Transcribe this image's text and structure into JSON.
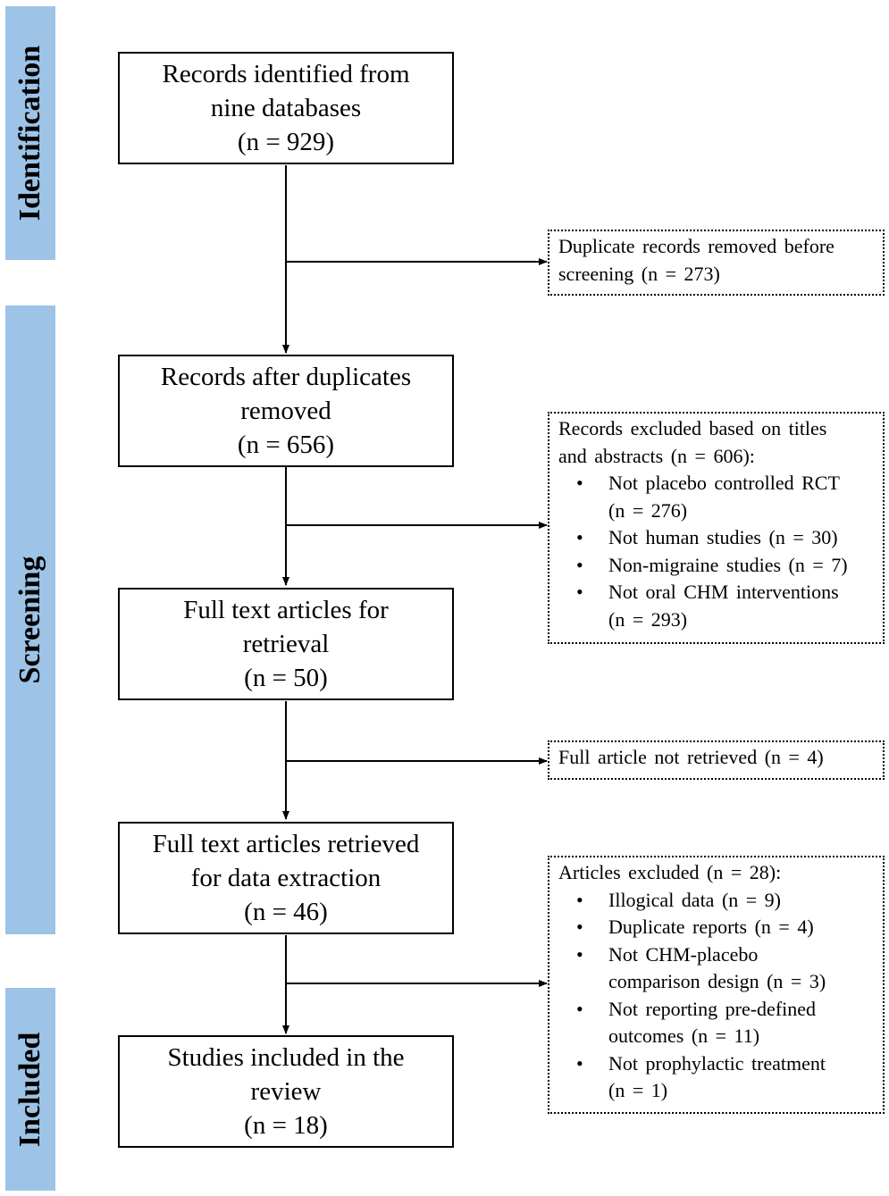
{
  "phases": {
    "identification": "Identification",
    "screening": "Screening",
    "included": "Included"
  },
  "boxes": {
    "identified": {
      "lines": [
        "Records identified from",
        "nine databases",
        "(n = 929)"
      ]
    },
    "after_duplicates": {
      "lines": [
        "Records after duplicates",
        "removed",
        "(n = 656)"
      ]
    },
    "full_text_retrieval": {
      "lines": [
        "Full text articles for",
        "retrieval",
        "(n = 50)"
      ]
    },
    "full_text_extraction": {
      "lines": [
        "Full text articles retrieved",
        "for data extraction",
        "(n = 46)"
      ]
    },
    "included_studies": {
      "lines": [
        "Studies included in the",
        "review",
        "(n = 18)"
      ]
    }
  },
  "exclusions": {
    "duplicates": {
      "lines": [
        "Duplicate records removed before",
        "screening  (n = 273)"
      ]
    },
    "titles_abstracts": {
      "head": [
        "Records excluded based on titles",
        "and abstracts  (n = 606):"
      ],
      "items": [
        [
          "Not placebo controlled RCT",
          "(n = 276)"
        ],
        [
          "Not human studies  (n = 30)"
        ],
        [
          "Non-migraine studies  (n = 7)"
        ],
        [
          "Not oral CHM interventions",
          "(n = 293)"
        ]
      ]
    },
    "not_retrieved": {
      "lines": [
        "Full article not retrieved  (n = 4)"
      ]
    },
    "articles_excluded": {
      "head": [
        "Articles excluded  (n = 28):"
      ],
      "items": [
        [
          "Illogical data  (n = 9)"
        ],
        [
          "Duplicate reports  (n = 4)"
        ],
        [
          "Not CHM-placebo",
          "comparison design  (n = 3)"
        ],
        [
          "Not reporting pre-defined",
          "outcomes  (n = 11)"
        ],
        [
          "Not prophylactic  treatment",
          "(n = 1)"
        ]
      ]
    }
  },
  "bullet_glyph": "•",
  "colors": {
    "phase_bar": "#9dc3e6",
    "line": "#000000"
  }
}
